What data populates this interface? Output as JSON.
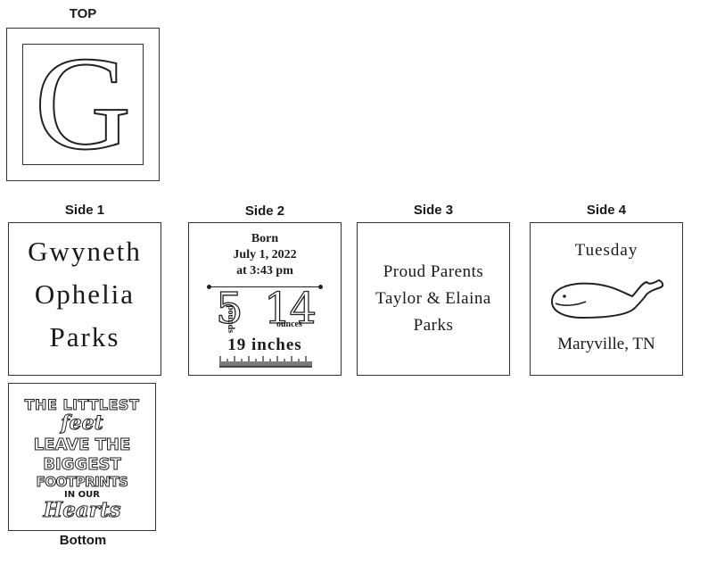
{
  "top": {
    "label": "TOP",
    "monogram": "G"
  },
  "side1": {
    "label": "Side 1",
    "lines": [
      "Gwyneth",
      "Ophelia",
      "Parks"
    ]
  },
  "side2": {
    "label": "Side 2",
    "born": "Born",
    "date": "July 1, 2022",
    "time": "at 3:43 pm",
    "pounds_value": "5",
    "pounds_unit": "pounds",
    "ounces_value": "14",
    "ounces_unit": "ounces",
    "length": "19 inches"
  },
  "side3": {
    "label": "Side 3",
    "lines": [
      "Proud Parents",
      "Taylor & Elaina",
      "Parks"
    ]
  },
  "side4": {
    "label": "Side 4",
    "day": "Tuesday",
    "location": "Maryville, TN"
  },
  "bottom": {
    "label": "Bottom",
    "quote_lines": [
      "THE LITTLEST",
      "feet",
      "LEAVE THE",
      "BIGGEST",
      "FOOTPRINTS",
      "IN OUR",
      "Hearts"
    ]
  }
}
